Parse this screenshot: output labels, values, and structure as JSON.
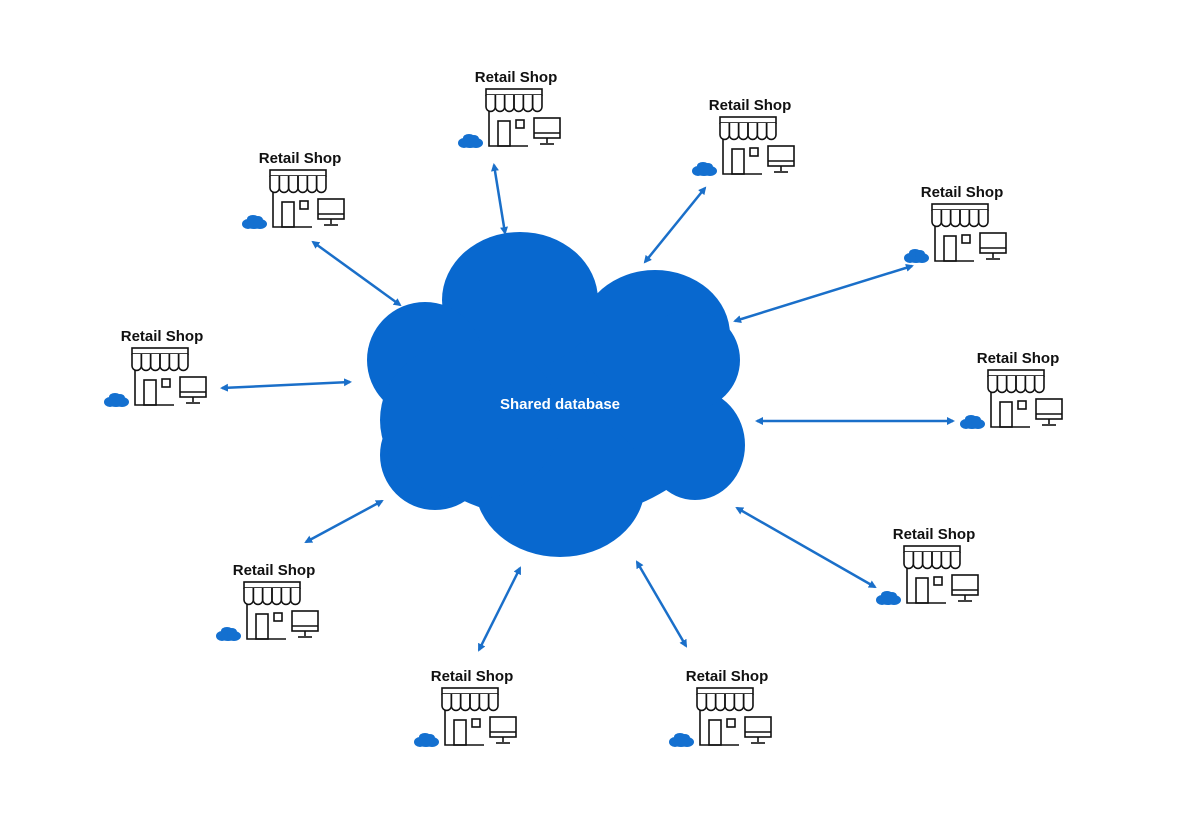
{
  "center": {
    "label": "Shared database",
    "color": "#0868cf"
  },
  "arrow_color": "#1a6fc9",
  "shops": [
    {
      "label": "Retail Shop"
    },
    {
      "label": "Retail Shop"
    },
    {
      "label": "Retail Shop"
    },
    {
      "label": "Retail Shop"
    },
    {
      "label": "Retail Shop"
    },
    {
      "label": "Retail Shop"
    },
    {
      "label": "Retail Shop"
    },
    {
      "label": "Retail Shop"
    },
    {
      "label": "Retail Shop"
    },
    {
      "label": "Retail Shop"
    }
  ]
}
